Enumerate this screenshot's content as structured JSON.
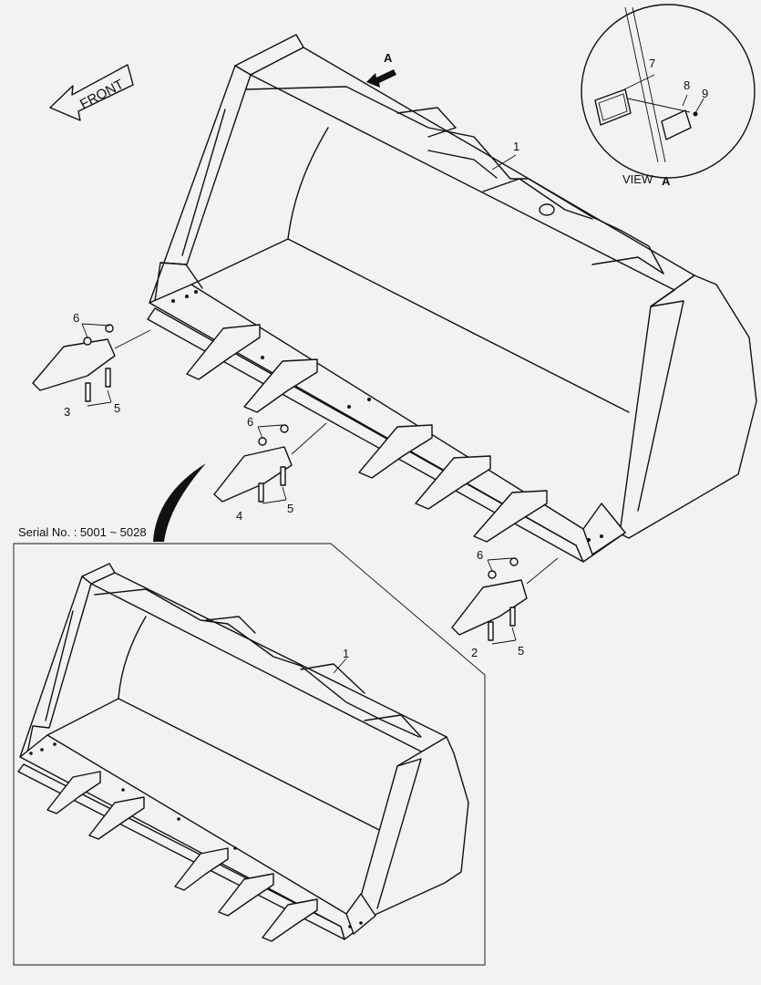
{
  "labels": {
    "front": "FRONT",
    "view_arrow": "A",
    "view_word": "VIEW",
    "view_letter": "A",
    "serial": "Serial No. : 5001 ~ 5028"
  },
  "callouts": {
    "main_bucket": "1",
    "tooth_right": "2",
    "tooth_left": "3",
    "tooth_center": "4",
    "bolts_left": "5",
    "bolts_center": "5",
    "bolts_right": "5",
    "nuts_left": "6",
    "nuts_center": "6",
    "nuts_right": "6",
    "plate": "7",
    "plate_small": "8",
    "screw": "9",
    "inset_bucket": "1"
  }
}
